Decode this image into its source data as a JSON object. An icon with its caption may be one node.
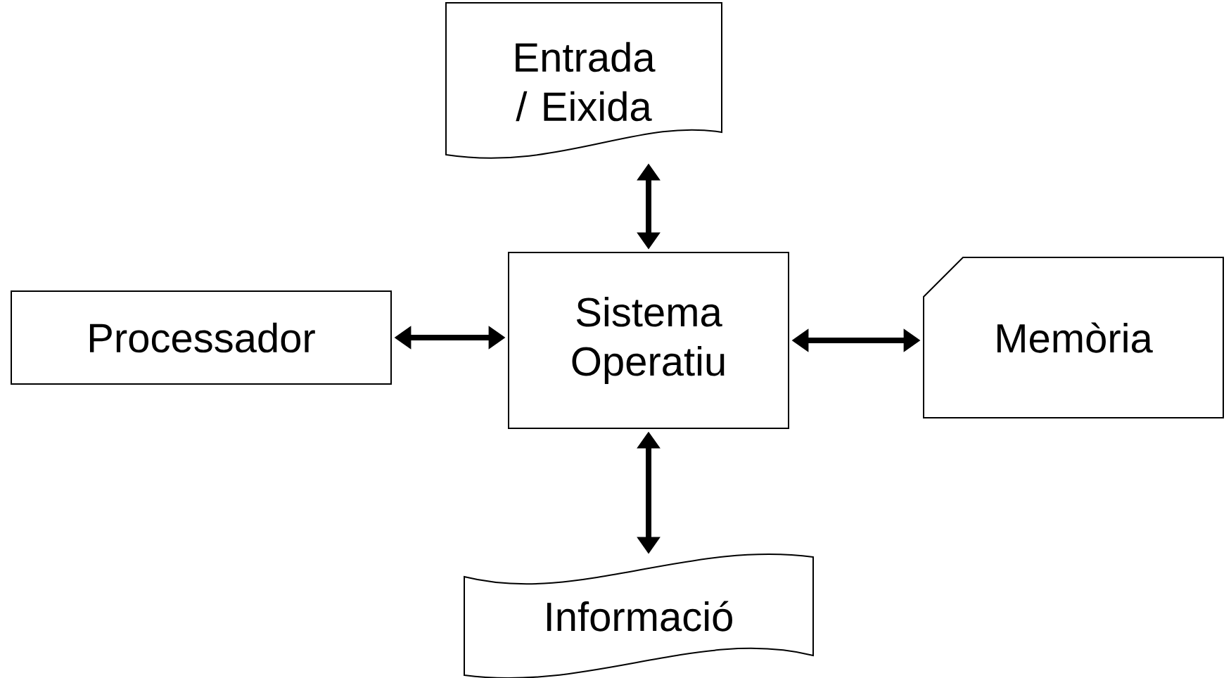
{
  "diagram": {
    "nodes": [
      {
        "text": [
          "Entrada / Eixida"
        ]
      },
      {
        "text": [
          "Processador"
        ]
      },
      {
        "text": [
          "Sistema Operatiu"
        ]
      },
      {
        "text": [
          "Memòria"
        ]
      },
      {
        "text": [
          "Informació"
        ]
      }
    ],
    "edges": [
      {
        "from": 2,
        "to": 0,
        "arrow": "both"
      },
      {
        "from": 1,
        "to": 2,
        "arrow": "both"
      },
      {
        "from": 2,
        "to": 3,
        "arrow": "both"
      },
      {
        "from": 2,
        "to": 4,
        "arrow": "both"
      }
    ]
  }
}
